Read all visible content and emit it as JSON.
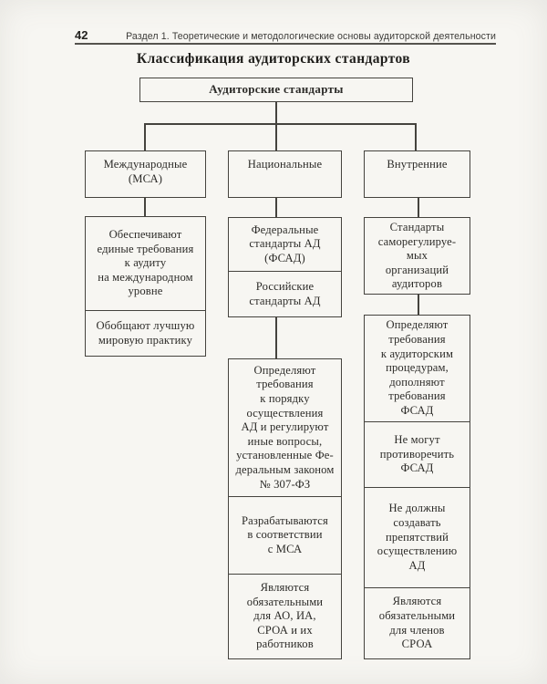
{
  "header": {
    "page_number": "42",
    "running_title": "Раздел 1. Теоретические и методологические основы аудиторской деятельности"
  },
  "title": "Классификация аудиторских стандартов",
  "diagram": {
    "root": "Аудиторские стандарты",
    "branches": [
      {
        "label": "Международные\n(МСА)"
      },
      {
        "label": "Национальные"
      },
      {
        "label": "Внутренние"
      }
    ],
    "international": {
      "items": [
        "Обеспечивают\nединые требования\nк аудиту\nна международном\nуровне",
        "Обобщают лучшую\nмировую практику"
      ]
    },
    "national": {
      "types": [
        "Федеральные\nстандарты АД\n(ФСАД)",
        "Российские\nстандарты АД"
      ],
      "items": [
        "Определяют\nтребования\nк порядку\nосуществления\nАД и регулируют\nиные вопросы,\nустановленные Фе-\nдеральным законом\n№ 307-ФЗ",
        "Разрабатываются\nв соответствии\nс МСА",
        "Являются\nобязательными\nдля АО, ИА,\nСРОА и их\nработников"
      ]
    },
    "internal": {
      "types": [
        "Стандарты\nсаморегулируе-\nмых\nорганизаций\nаудиторов"
      ],
      "items": [
        "Определяют\nтребования\nк аудиторским\nпроцедурам,\nдополняют\nтребования\nФСАД",
        "Не могут\nпротиворечить\nФСАД",
        "Не должны\nсоздавать\nпрепятствий\nосуществлению\nАД",
        "Являются\nобязательными\nдля членов\nСРОА"
      ]
    }
  }
}
